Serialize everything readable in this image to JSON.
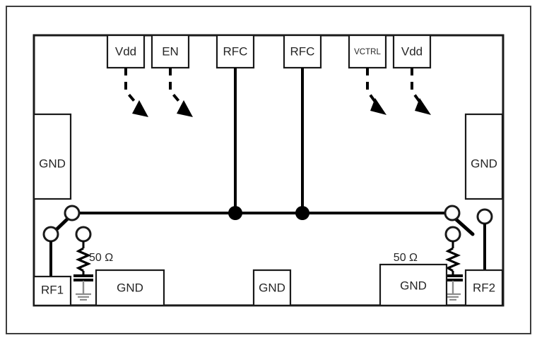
{
  "figure": {
    "kind": "rf-switch-evaluation-board-schematic",
    "description": "SPDT RF switch evaluation board layout with pads and 50 ohm terminations"
  },
  "top_pads": [
    {
      "label": "Vdd",
      "size": "normal",
      "connector": "dashed-arrow"
    },
    {
      "label": "EN",
      "size": "normal",
      "connector": "dashed-arrow"
    },
    {
      "label": "RFC",
      "size": "normal",
      "connector": "solid-wire"
    },
    {
      "label": "RFC",
      "size": "normal",
      "connector": "solid-wire"
    },
    {
      "label": "VCTRL",
      "size": "small",
      "connector": "dashed-arrow"
    },
    {
      "label": "Vdd",
      "size": "normal",
      "connector": "dashed-arrow"
    }
  ],
  "side_pads": [
    {
      "label": "GND",
      "position": "left"
    },
    {
      "label": "GND",
      "position": "right"
    }
  ],
  "bottom_pads": [
    {
      "label": "RF1",
      "position": "bottom-left-port"
    },
    {
      "label": "GND",
      "position": "bottom-left"
    },
    {
      "label": "GND",
      "position": "bottom-center"
    },
    {
      "label": "GND",
      "position": "bottom-right"
    },
    {
      "label": "RF2",
      "position": "bottom-right-port"
    }
  ],
  "components": [
    {
      "type": "resistor",
      "value": "50 Ω",
      "side": "left",
      "terminated_to": "GND"
    },
    {
      "type": "resistor",
      "value": "50 Ω",
      "side": "right",
      "terminated_to": "GND"
    }
  ],
  "switches": [
    {
      "name": "spdt-left",
      "common": "RFC-line",
      "throws": [
        "RF1",
        "50 Ω"
      ],
      "selected": "RF1"
    },
    {
      "name": "spdt-right",
      "common": "RFC-line",
      "throws": [
        "RF2",
        "50 Ω"
      ],
      "selected": "RF2"
    }
  ],
  "junctions": [
    {
      "name": "rfc-junction-left"
    },
    {
      "name": "rfc-junction-right"
    }
  ],
  "colors": {
    "line": "#000000",
    "text": "#262626",
    "chip_outline": "#1a1a1a",
    "frame": "#3d3d3d",
    "ground_symbol": "#8c8c8c",
    "background": "#ffffff"
  }
}
